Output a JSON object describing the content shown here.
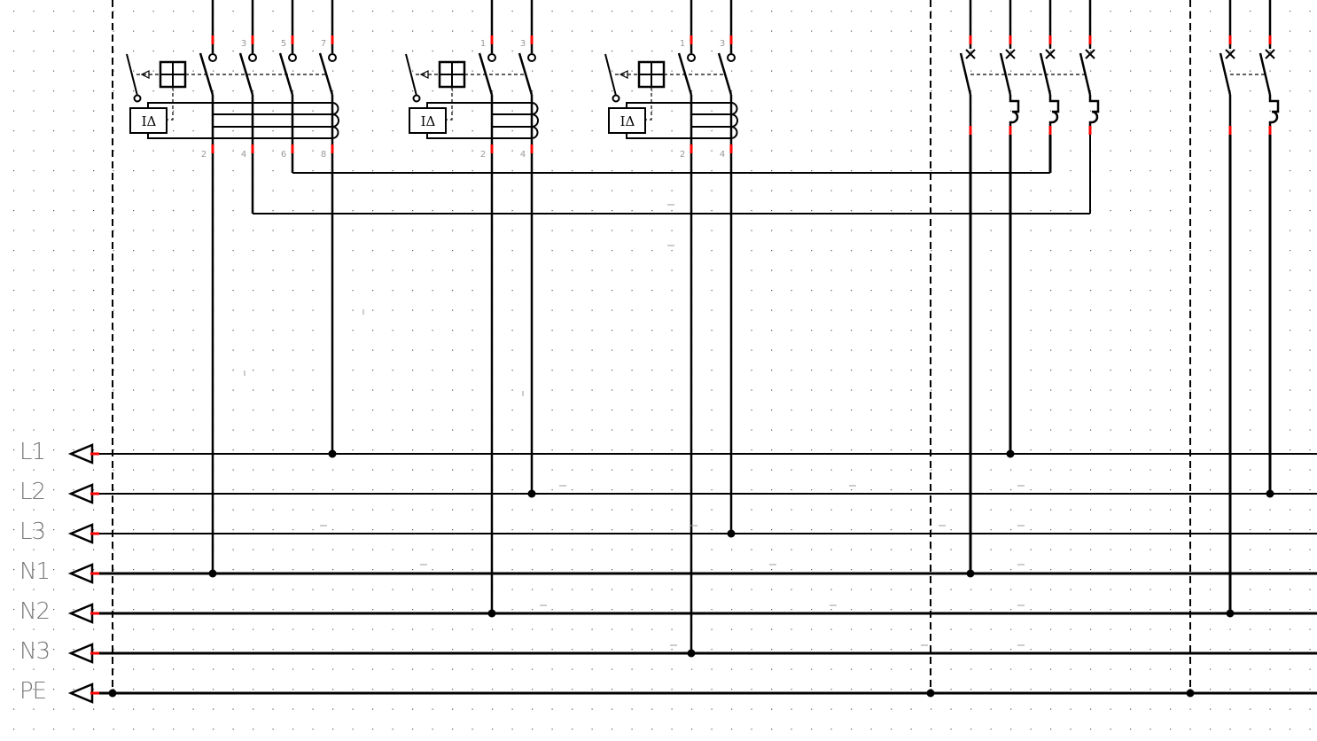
{
  "colors": {
    "wire": "#000000",
    "pin": "#ff0000",
    "grid": "#555555",
    "label": "#777777"
  },
  "rails": [
    {
      "name": "L1",
      "kind": "phase"
    },
    {
      "name": "L2",
      "kind": "phase"
    },
    {
      "name": "L3",
      "kind": "phase"
    },
    {
      "name": "N1",
      "kind": "neutral"
    },
    {
      "name": "N2",
      "kind": "neutral"
    },
    {
      "name": "N3",
      "kind": "neutral"
    },
    {
      "name": "PE",
      "kind": "earth"
    }
  ],
  "rcds": [
    {
      "id": "rcd-1",
      "symbol": "IΔ",
      "top_labels": [
        "",
        "3",
        "5",
        "7"
      ],
      "bottom_labels": [
        "2",
        "4",
        "6",
        "8"
      ]
    },
    {
      "id": "rcd-2",
      "symbol": "IΔ",
      "top_labels": [
        "1",
        "3"
      ],
      "bottom_labels": [
        "2",
        "4"
      ]
    },
    {
      "id": "rcd-3",
      "symbol": "IΔ",
      "top_labels": [
        "1",
        "3"
      ],
      "bottom_labels": [
        "2",
        "4"
      ]
    }
  ],
  "breakers": [
    {
      "id": "mcb-group-1",
      "poles": 4
    },
    {
      "id": "mcb-group-2",
      "poles": 2
    }
  ]
}
